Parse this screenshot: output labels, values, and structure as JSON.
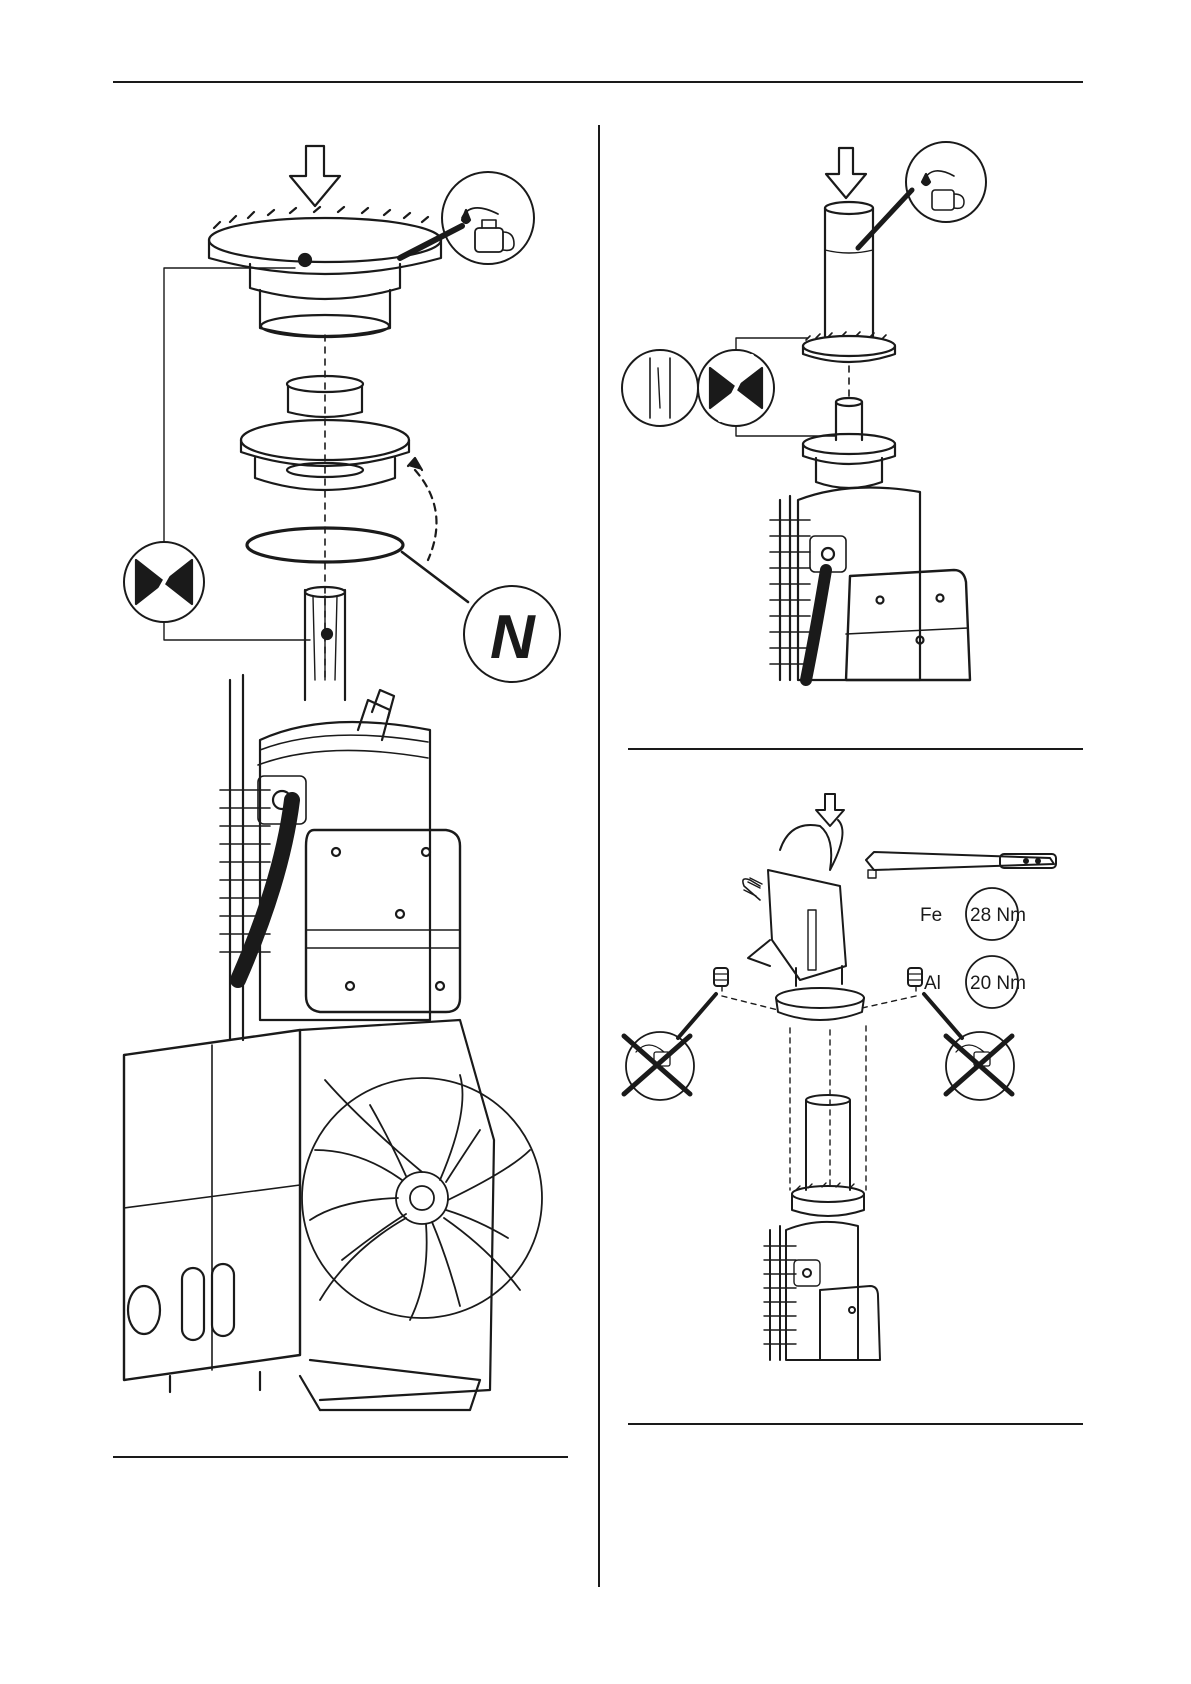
{
  "page": {
    "left_figure": {
      "callout_letter": "N"
    },
    "bottom_right_figure": {
      "torque": [
        {
          "material": "Fe",
          "value": "28 Nm"
        },
        {
          "material": "Al",
          "value": "20 Nm"
        }
      ]
    }
  },
  "colors": {
    "ink": "#1a1a1a",
    "paper": "#ffffff",
    "hatch": "#333333"
  },
  "icons": [
    "down-arrow-icon",
    "oil-can-icon",
    "bowtie-align-icon",
    "no-oil-icon",
    "torque-wrench-icon"
  ]
}
